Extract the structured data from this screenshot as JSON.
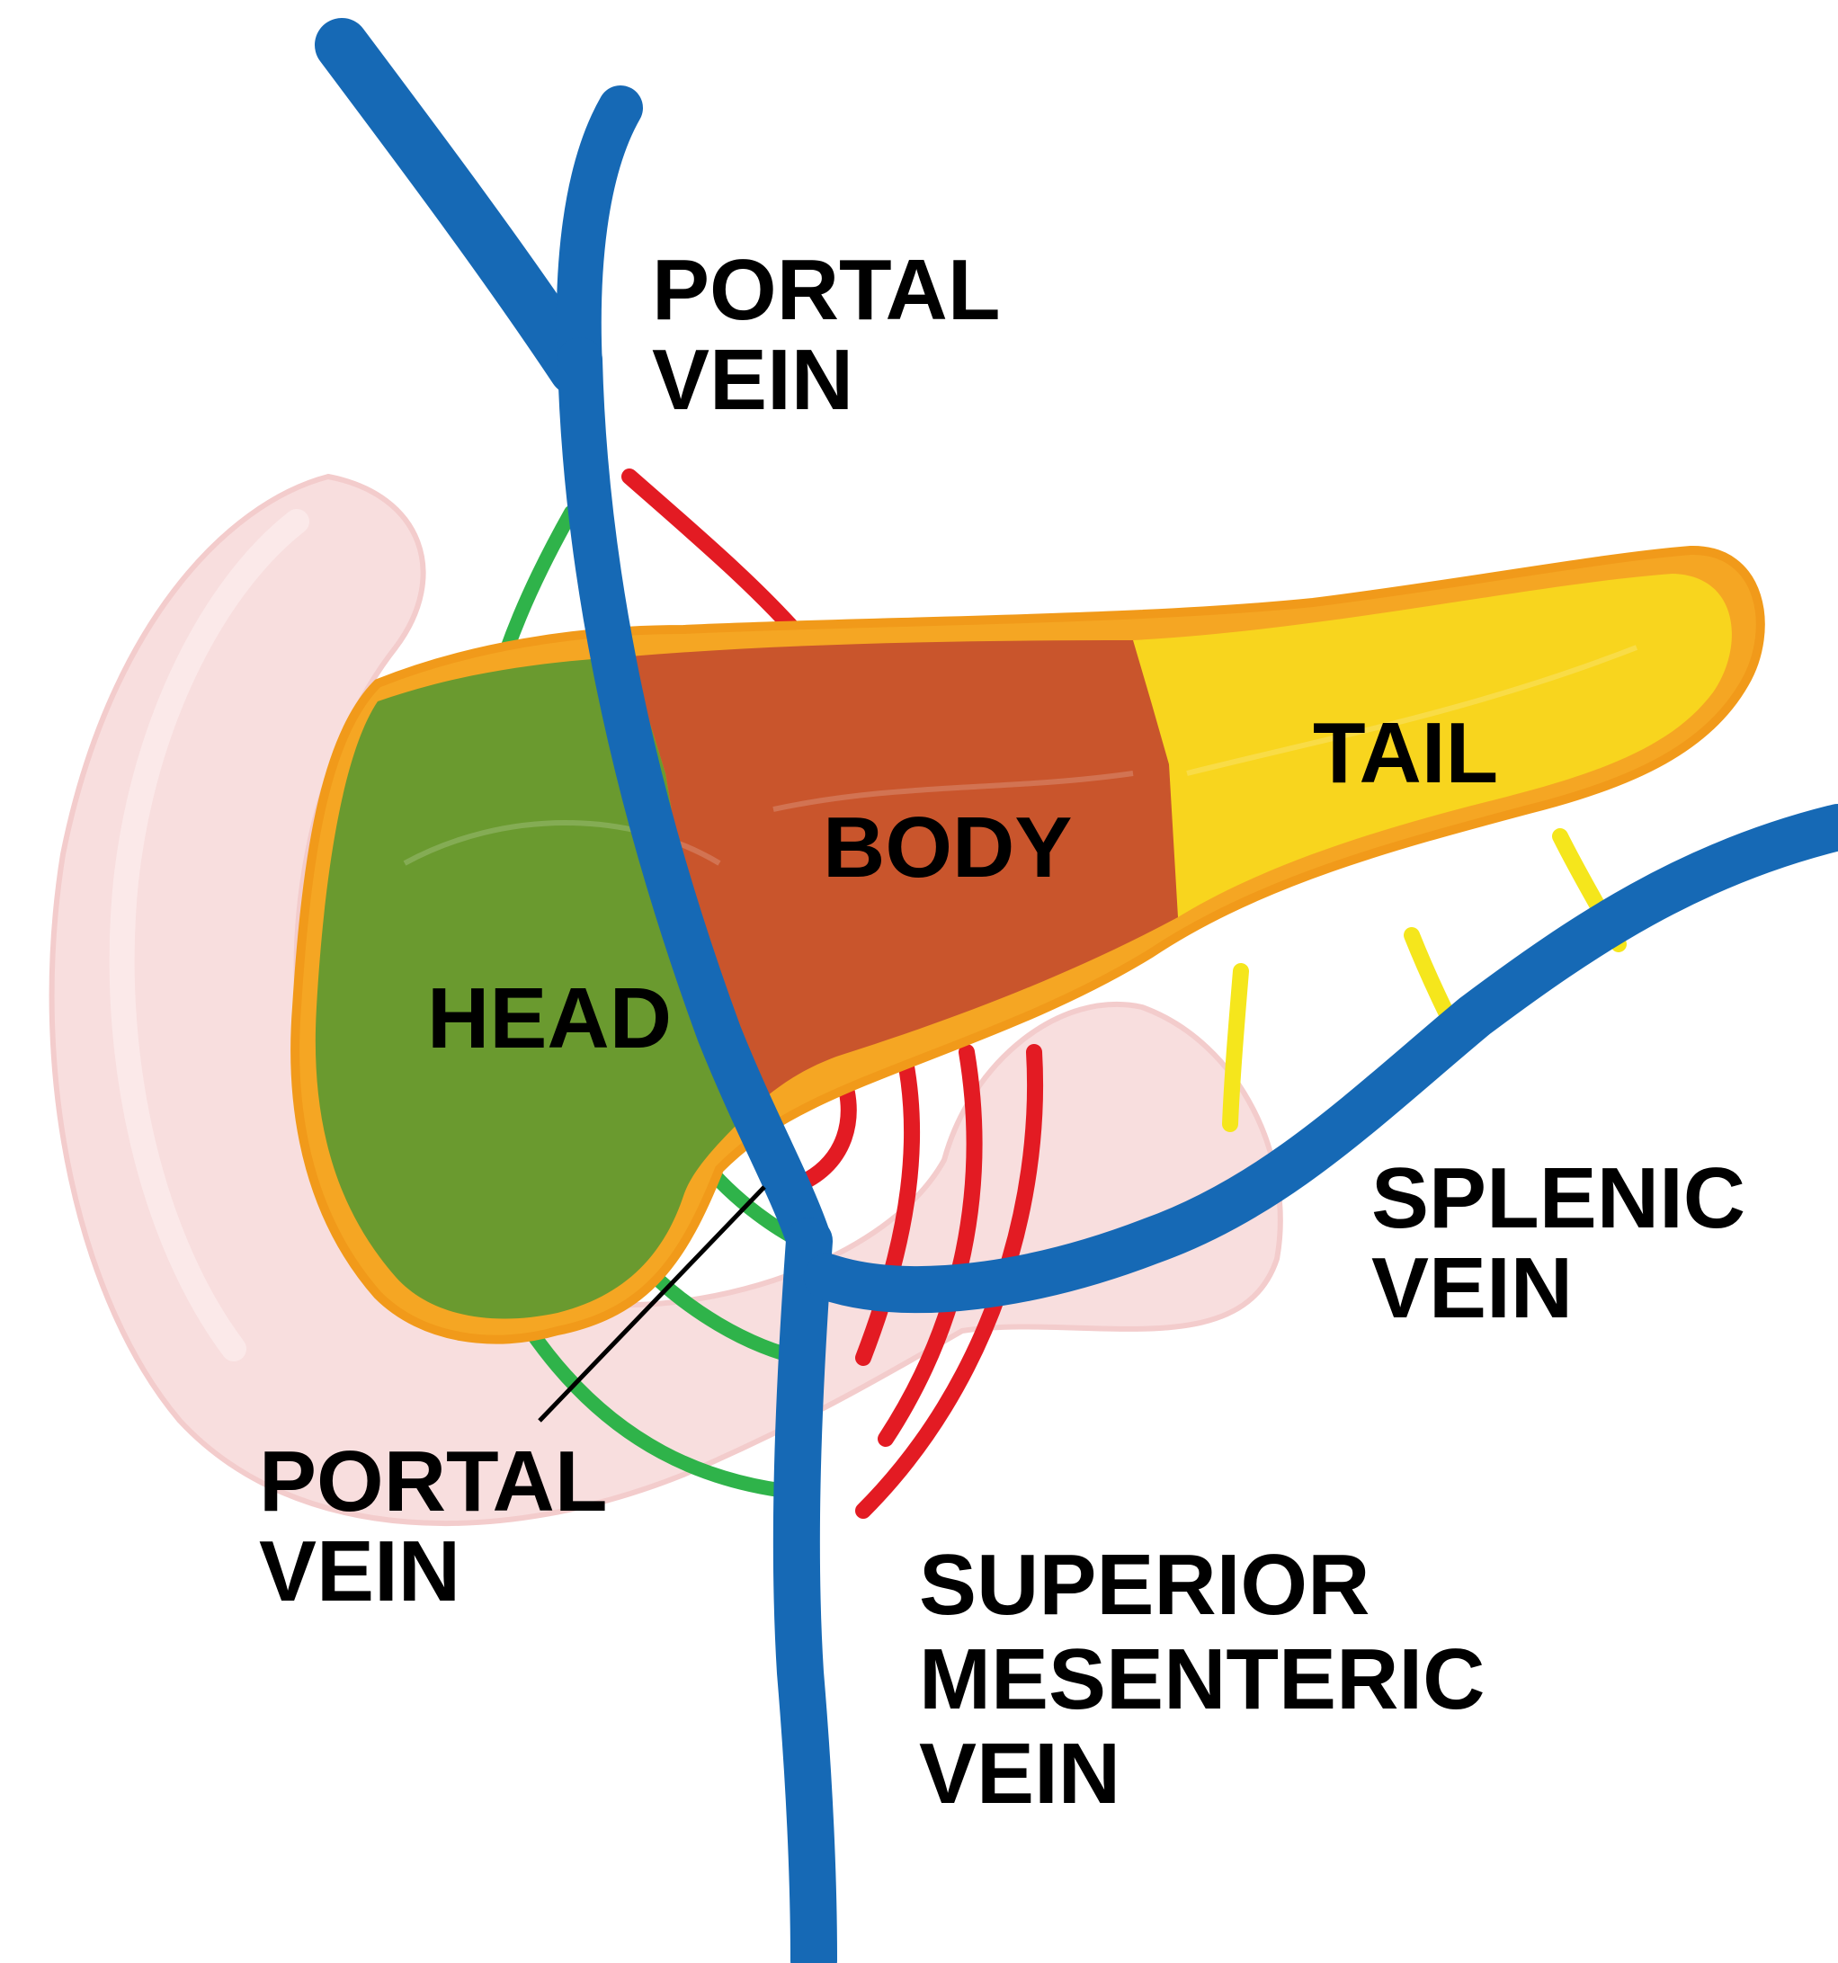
{
  "caption": {
    "prefix": "",
    "link_text": "",
    "suffix": ""
  },
  "labels": {
    "portal_vein_top": [
      "PORTAL",
      "VEIN"
    ],
    "portal_vein_bottom": [
      "PORTAL",
      "VEIN"
    ],
    "splenic_vein": [
      "SPLENIC",
      "VEIN"
    ],
    "superior_mesenteric_vein": [
      "SUPERIOR",
      "MESENTERIC",
      "VEIN"
    ],
    "head": "HEAD",
    "body": "BODY",
    "tail": "TAIL"
  },
  "colors": {
    "vein": "#1669b5",
    "artery": "#e31b23",
    "green_vessel": "#2fb34a",
    "yellow_vessel": "#f5e61c",
    "duodenum": "#f7d6d6",
    "pancreas_outline": "#f5a623",
    "head_region": "#6a9a2f",
    "body_region": "#c9552c",
    "tail_region": "#f7d21f"
  }
}
